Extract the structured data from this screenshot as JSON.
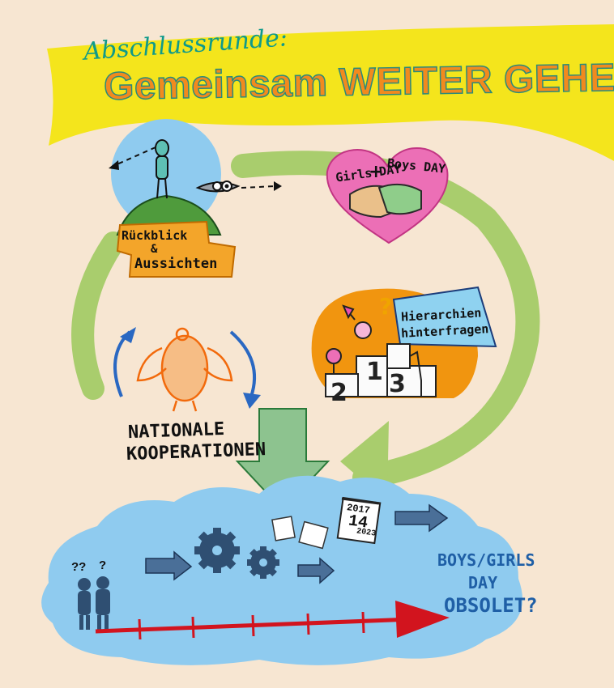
{
  "header": {
    "subtitle": "Abschlussrunde:",
    "title": "Gemeinsam WEITER GEHEN"
  },
  "review": {
    "line1": "Rückblick",
    "amp": "&",
    "line2": "Aussichten"
  },
  "heart": {
    "girls": "Girls DAY",
    "plus": "+",
    "boys": "Boys DAY"
  },
  "hierarchy": {
    "line1": "Hierarchien",
    "line2": "hinterfragen",
    "question": "?",
    "podium": [
      "1",
      "2",
      "3"
    ]
  },
  "cooperation": {
    "line1": "NATIONALE",
    "line2": "KOOPERATIONEN"
  },
  "outlook": {
    "line1": "BOYS/GIRLS",
    "line2": "DAY",
    "line3": "OBSOLET?"
  },
  "calendar": {
    "year": "2017",
    "day": "14",
    "sub": "2023"
  },
  "people": {
    "marks_left": "??",
    "marks_right": "?"
  },
  "colors": {
    "background": "#f7e6d2",
    "banner": "#f4e51c",
    "title": "#f28a1e",
    "cycle_arrow": "#a9cd6d",
    "sky": "#8fcbef",
    "heart": "#ec6fb6",
    "orange_blob": "#f1950f",
    "hierarchy_sign": "#8fd2f0",
    "green_arrow": "#8dc38f",
    "timeline": "#d2141e",
    "text_blue": "#1f5fa6"
  },
  "icons": [
    "person-on-hill-icon",
    "eye-icon",
    "handshake-icon",
    "podium-icon",
    "eagle-icon",
    "gear-icon",
    "calendar-icon",
    "people-icon"
  ]
}
